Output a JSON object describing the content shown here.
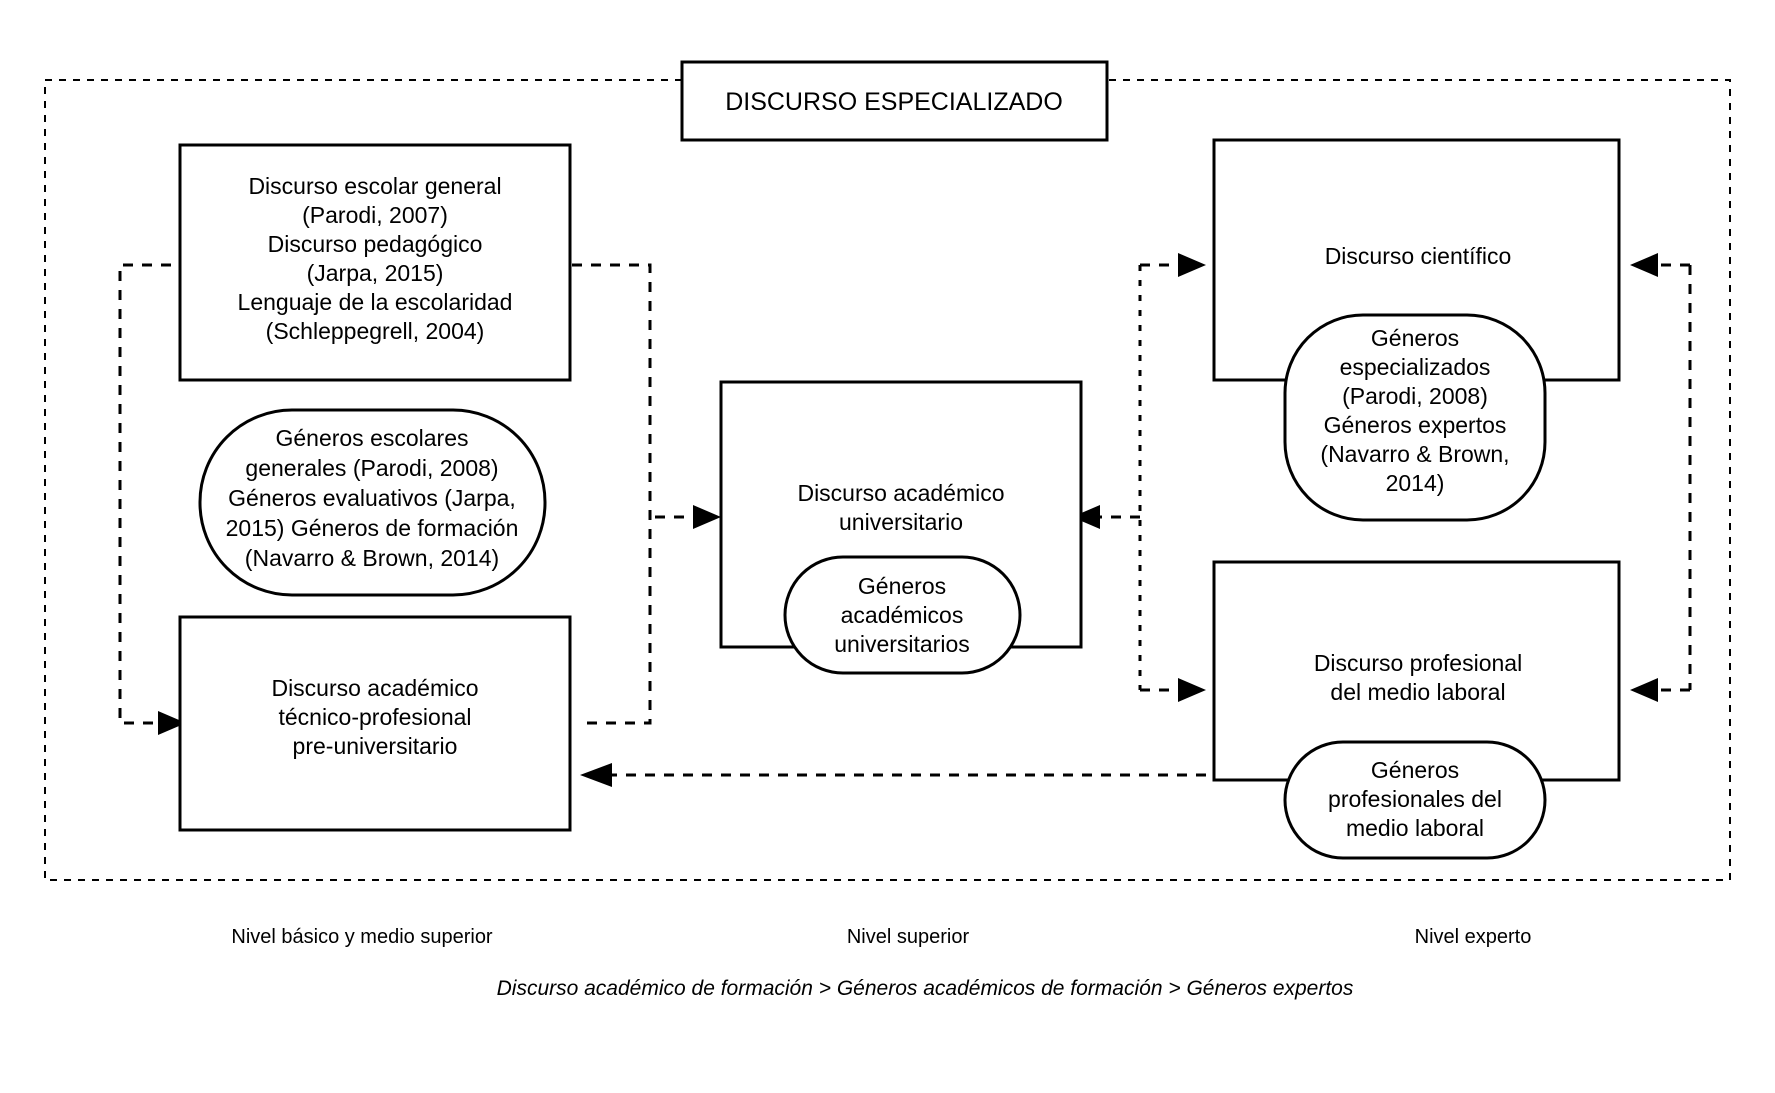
{
  "figure": {
    "title": "DISCURSO ESPECIALIZADO",
    "caption": "Discurso académico de formación > Géneros académicos de formación > Géneros expertos"
  },
  "levels": [
    {
      "id": "basico",
      "label": "Nivel básico y medio superior"
    },
    {
      "id": "superior",
      "label": "Nivel superior"
    },
    {
      "id": "experto",
      "label": "Nivel experto"
    }
  ],
  "nodes": {
    "escolar_general": {
      "name": "Discurso escolar general",
      "lines": [
        "Discurso escolar general",
        "(Parodi, 2007)",
        "Discurso pedagógico",
        "(Jarpa, 2015)",
        "Lenguaje de la escolaridad",
        "(Schleppegrell, 2004)"
      ]
    },
    "generos_escolares": {
      "name": "Géneros escolares generales",
      "lines": [
        "Géneros escolares",
        "generales (Parodi, 2008)",
        "Géneros evaluativos (Jarpa,",
        "2015) Géneros de formación",
        "(Navarro & Brown, 2014)"
      ]
    },
    "tecnico_profesional": {
      "name": "Discurso académico técnico-profesional pre-universitario",
      "lines": [
        "Discurso académico",
        "técnico-profesional",
        "pre-universitario"
      ]
    },
    "academico_universitario": {
      "name": "Discurso académico universitario",
      "lines": [
        "Discurso académico",
        "universitario"
      ]
    },
    "generos_academicos": {
      "name": "Géneros académicos universitarios",
      "lines": [
        "Géneros",
        "académicos",
        "universitarios"
      ]
    },
    "cientifico": {
      "name": "Discurso científico",
      "lines": [
        "Discurso científico"
      ]
    },
    "generos_especializados": {
      "name": "Géneros especializados",
      "lines": [
        "Géneros",
        "especializados",
        "(Parodi, 2008)",
        "Géneros expertos",
        "(Navarro & Brown,",
        "2014)"
      ]
    },
    "profesional_laboral": {
      "name": "Discurso profesional del medio laboral",
      "lines": [
        "Discurso profesional",
        "del medio laboral"
      ]
    },
    "generos_profesionales": {
      "name": "Géneros profesionales del medio laboral",
      "lines": [
        "Géneros",
        "profesionales del",
        "medio laboral"
      ]
    }
  },
  "colors": {
    "stroke": "#000000",
    "fill": "#ffffff",
    "background": "#ffffff"
  }
}
